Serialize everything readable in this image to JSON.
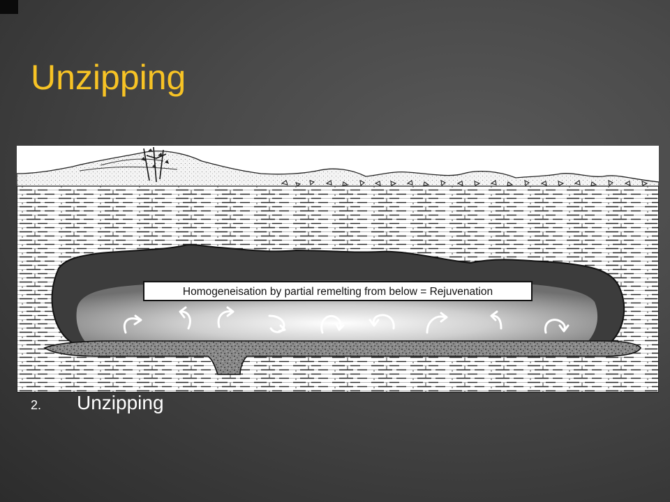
{
  "slide": {
    "title": "Unzipping",
    "background": "#3c3c3c",
    "title_color": "#f7c325"
  },
  "figure": {
    "label": "Homogeneisation by partial remelting from below = Rejuvenation",
    "icons": [
      "magma-chamber",
      "convection-arrow",
      "sill",
      "feeder-dike",
      "stratified-crust"
    ]
  },
  "list": {
    "items": [
      {
        "number": "2.",
        "text": "Unzipping"
      }
    ]
  }
}
